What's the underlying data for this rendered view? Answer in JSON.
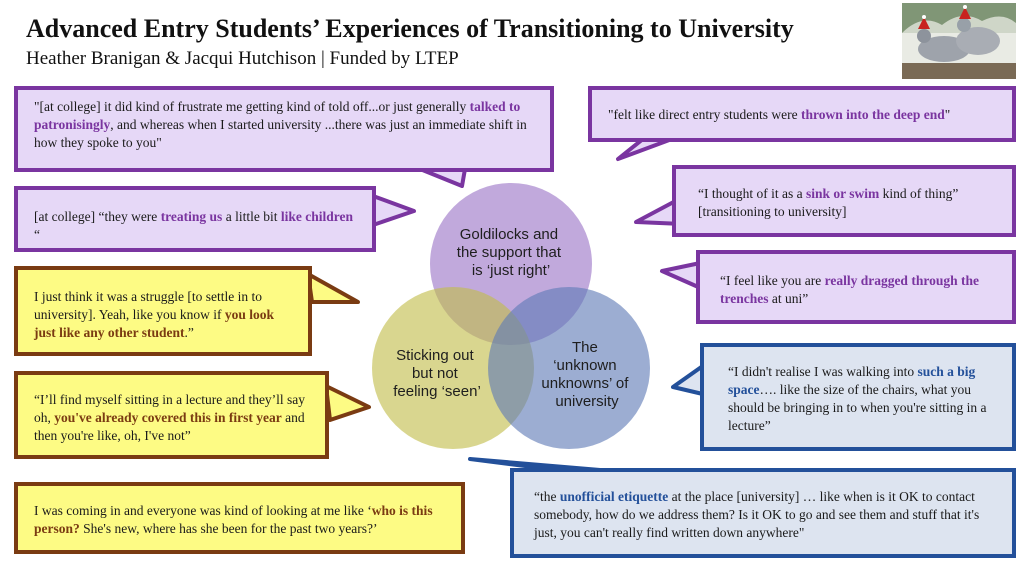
{
  "header": {
    "title": "Advanced Entry Students’ Experiences of Transitioning to University",
    "subtitle": "Heather Branigan & Jacqui Hutchison | Funded by LTEP"
  },
  "photo": {
    "icon": "pigeons-photo-icon",
    "description_visible": false
  },
  "venn": {
    "top": [
      "Goldilocks and",
      "the support that",
      "is ‘just right’"
    ],
    "left": [
      "Sticking out",
      "but not",
      "feeling ‘seen’"
    ],
    "right": [
      "The",
      "‘unknown",
      "unknowns’ of",
      "university"
    ],
    "colors": {
      "top": "#9b74c6",
      "left": "#c2bd4a",
      "right": "#5f7ab7"
    }
  },
  "quotes": {
    "q1": {
      "pre": "\"[at college] it did kind of frustrate me getting kind of told off...or just generally ",
      "b": "talked to patronisingly",
      "post": ", and whereas when I started university ...there was just an immediate shift in how they spoke to you\""
    },
    "q2": {
      "pre": "[at college] “they were ",
      "b": "treating us",
      "mid": " a little bit ",
      "b2": "like children",
      "post": " “"
    },
    "q3": {
      "pre": "I just think it was a struggle [to settle in to university]. Yeah, like you know if ",
      "b": "you look just like any other student",
      "post": ".”"
    },
    "q4": {
      "pre": "“I’ll find myself sitting in a lecture and they’ll say oh, ",
      "b": "you've already covered this in first year",
      "post": " and then you're like, oh, I've not”"
    },
    "q5": {
      "pre": "I was coming in and everyone was kind of looking at me like ‘",
      "b": "who is this person?",
      "post": " She's new, where has she been for the past two years?’"
    },
    "q6": {
      "pre": "\"felt like direct entry students were ",
      "b": "thrown into the deep end",
      "post": "\""
    },
    "q7": {
      "pre": "“I thought of it as a ",
      "b": "sink or swim",
      "post": " kind of thing” [transitioning to university]"
    },
    "q8": {
      "pre": "“I feel like you are ",
      "b": "really dragged through the trenches",
      "post": " at uni”"
    },
    "q9": {
      "pre": "“I didn't  realise I was walking into ",
      "b": "such a big space",
      "post": "…. like the size of the chairs, what you should be bringing in to when you're sitting in a lecture”"
    },
    "q10": {
      "pre": "“the ",
      "b": "unofficial etiquette",
      "post": " at the place [university] … like when is it OK to contact somebody, how do we address them? Is it OK to go and see them and stuff that it's just, you can't really find written down anywhere\""
    }
  }
}
